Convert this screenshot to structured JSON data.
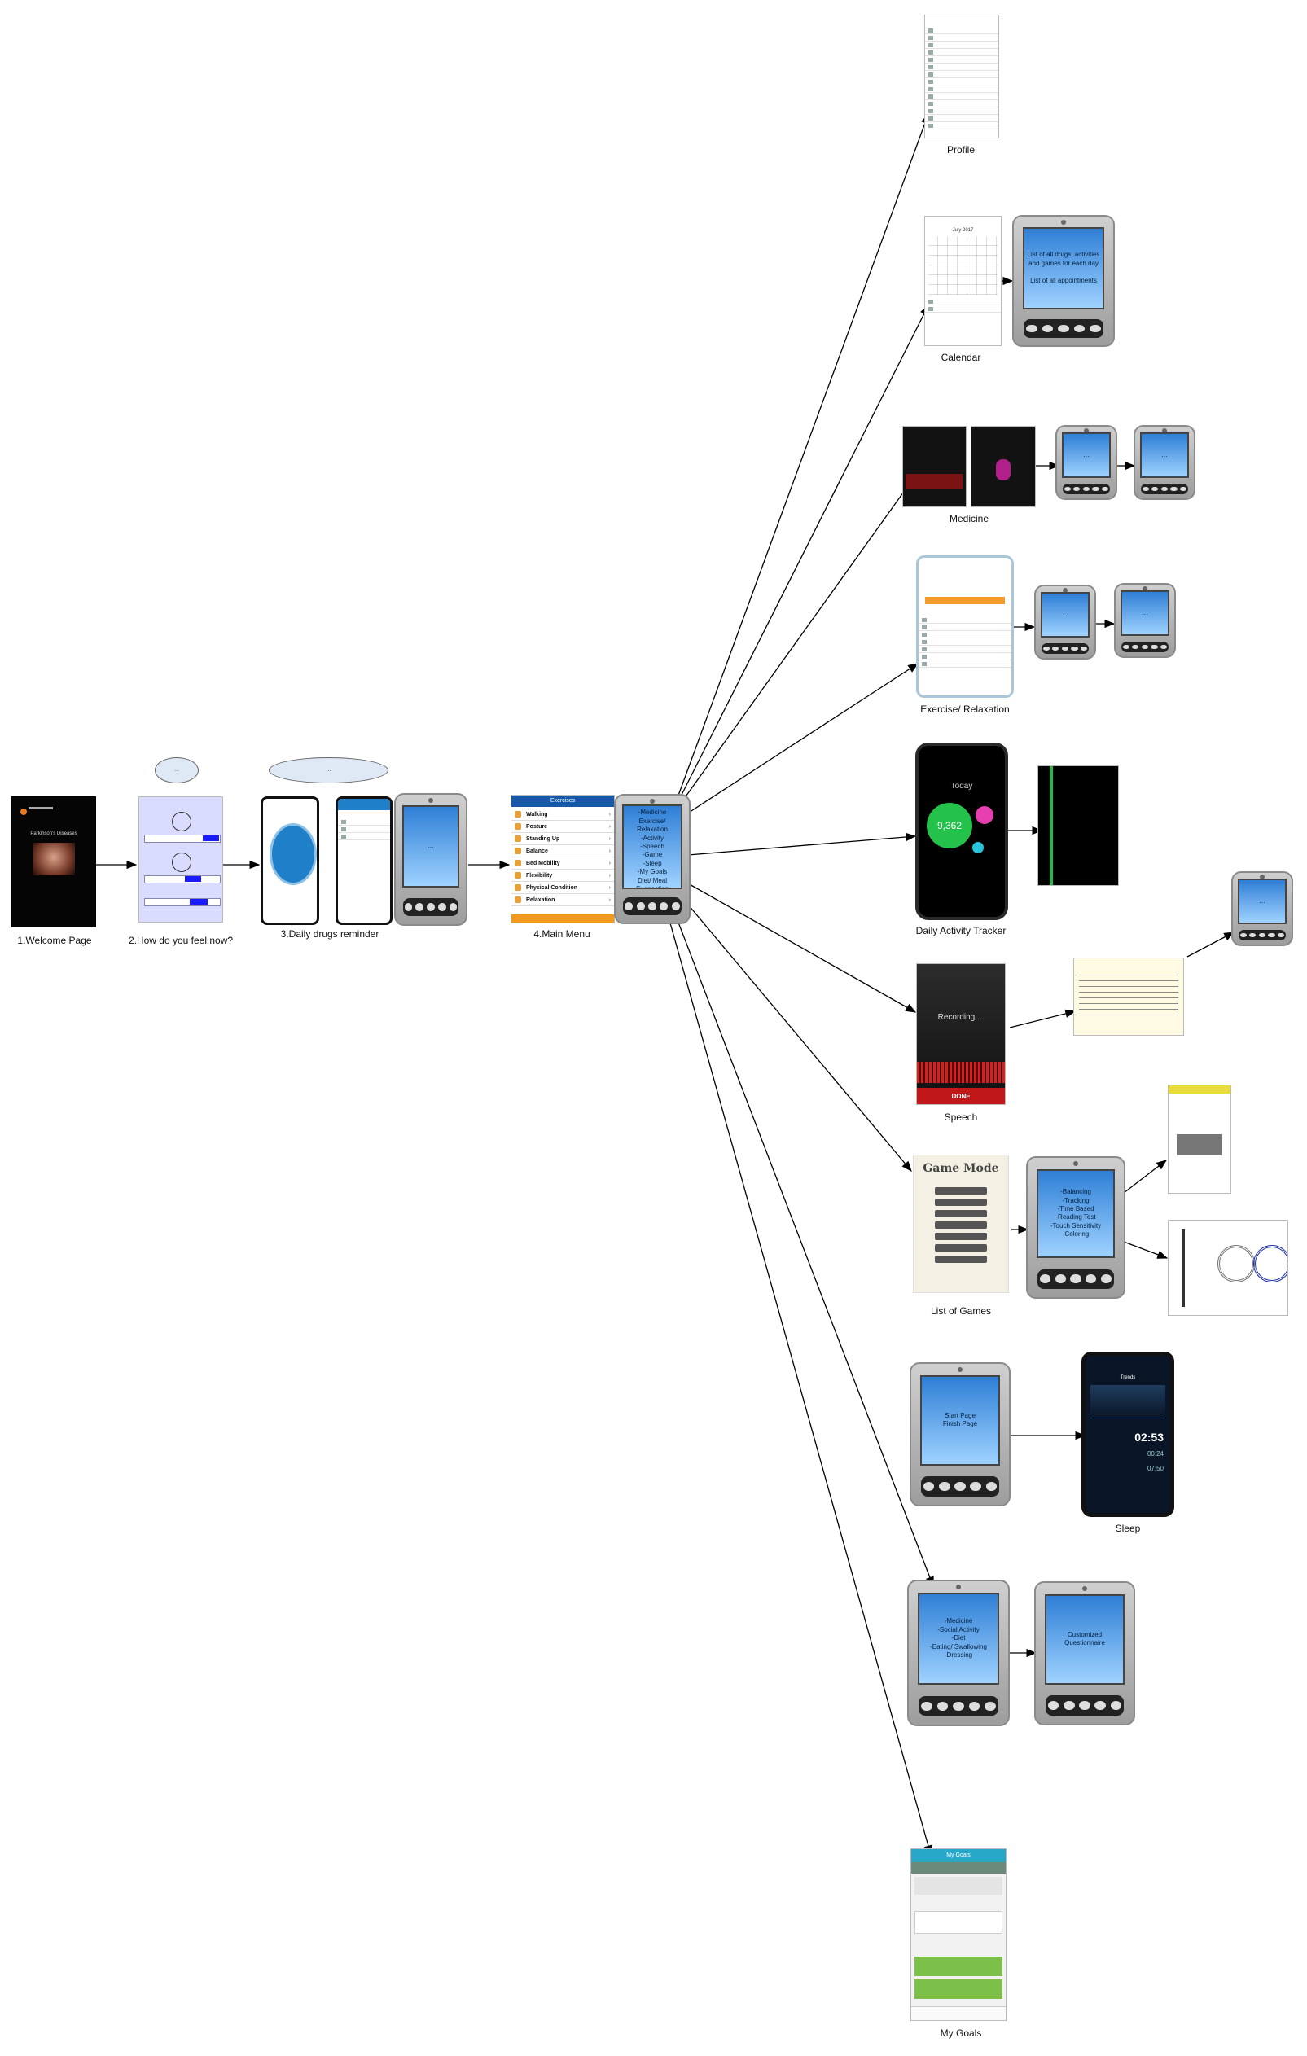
{
  "captions": {
    "welcome": "1.Welcome Page",
    "feel": "2.How do you feel now?",
    "drugs": "3.Daily drugs reminder",
    "main_menu": "4.Main Menu",
    "profile": "Profile",
    "calendar": "Calendar",
    "medicine": "Medicine",
    "exercise": "Exercise/ Relaxation",
    "activity": "Daily Activity Tracker",
    "speech": "Speech",
    "games": "List of Games",
    "sleep": "Sleep",
    "goals": "My Goals"
  },
  "welcome": {
    "title": "Parkinson's Diseases"
  },
  "main_menu": {
    "header": "Exercises",
    "items": [
      "Walking",
      "Posture",
      "Standing Up",
      "Balance",
      "Bed Mobility",
      "Flexibility",
      "Physical Condition",
      "Relaxation"
    ]
  },
  "main_phone_text": "-Profile\n-Calendar\n-Medicine\nExercise/ Relaxation\n-Activity\n-Speech\n-Game\n-Sleep\n-My Goals\nDiet/ Meal Suggestion\n-Questionnaire",
  "calendar": {
    "month": "July 2017",
    "phone_text": "List of all drugs, activities and games for each day\n\nList of all appointments"
  },
  "activity": {
    "today": "Today",
    "steps": "9,362"
  },
  "speech": {
    "recording": "Recording ...",
    "done": "DONE"
  },
  "games": {
    "title": "Game Mode",
    "phone_text": "-Balancing\n-Tracking\n-Time Based\n-Reading Test\n-Touch Sensitivity\n-Coloring"
  },
  "sleep": {
    "phone_text": "Start Page\nFinish Page",
    "header": "Trends",
    "t1": "02:53",
    "t2": "00:24",
    "t3": "07:50"
  },
  "questionnaire": {
    "phone_text": "-Medicine\n-Social Activity\n-Diet\n-Eating/ Swallowing\n-Dressing",
    "phone2_text": "Customized Questionnaire"
  },
  "goals": {
    "header": "My Goals"
  }
}
